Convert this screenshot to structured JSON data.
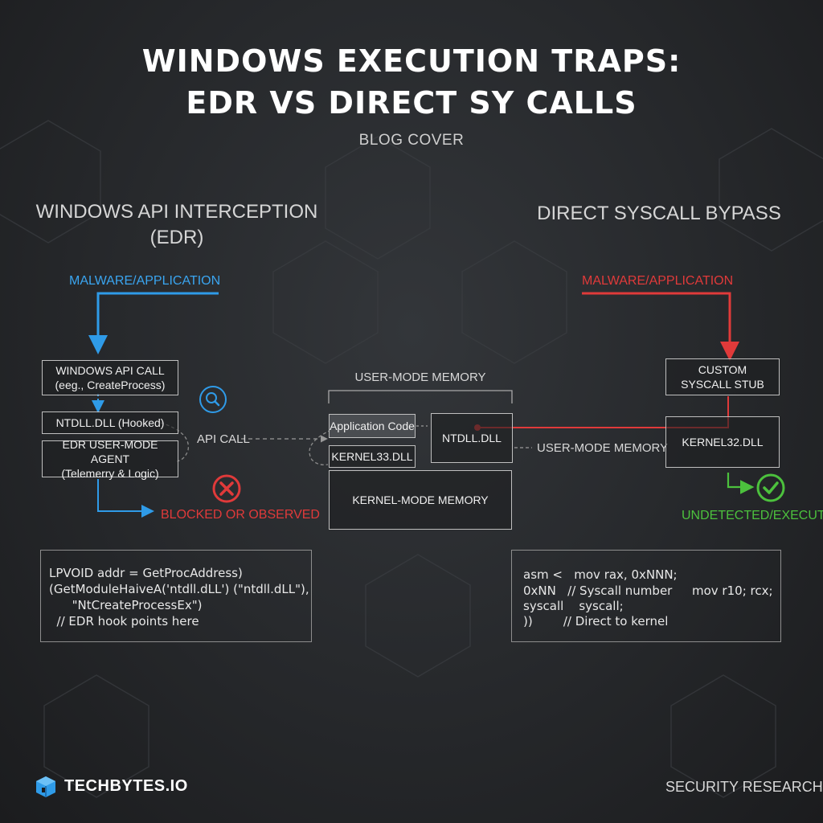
{
  "header": {
    "title_line1": "WINDOWS EXECUTION TRAPS:",
    "title_line2": "EDR VS DIRECT SY CALLS",
    "subtitle": "BLOG COVER"
  },
  "left": {
    "heading_line1": "WINDOWS API INTERCEPTION",
    "heading_line2": "(EDR)",
    "source_label": "MALWARE/APPLICATION",
    "api_call_box_line1": "WINDOWS API CALL",
    "api_call_box_line2": "(eeg., CreateProcess)",
    "ntdll_box": "NTDLL.DLL (Hooked)",
    "edr_box_line1": "EDR USER-MODE AGENT",
    "edr_box_line2": "(Telemerry & Logic)",
    "result_label": "BLOCKED OR OBSERVED",
    "code_lines": [
      "LPVOID addr = GetProcAddress)",
      "(GetModuleHaiveA('ntdll.dLL') (\"ntdll.dLL\"),",
      "      \"NtCreateProcessEx\")",
      "  // EDR hook points here"
    ]
  },
  "center": {
    "api_call_label": "API CALL",
    "user_mode_title": "USER-MODE MEMORY",
    "app_code_box": "Application Code",
    "kernel33_box": "KERNEL33.DLL",
    "ntdll_box": "NTDLL.DLL",
    "kernel_mode_box": "KERNEL-MODE MEMORY",
    "user_mode_side_label": "USER-MODE MEMORY"
  },
  "right": {
    "heading": "DIRECT SYSCALL BYPASS",
    "source_label": "MALWARE/APPLICATION",
    "stub_box_line1": "CUSTOM",
    "stub_box_line2": "SYSCALL STUB",
    "kernel32_box": "KERNEL32.DLL",
    "result_label": "UNDETECTED/EXECUTED",
    "code": {
      "l1a": "asm <   mov rax, 0xNNN;",
      "l2a": "0xNN   // Syscall number",
      "l2b": "mov r10; rcx;",
      "l3a": "syscall    syscall;",
      "l4a": "))        // Direct to kernel"
    }
  },
  "footer": {
    "brand": "TECHBYTES.IO",
    "tag": "SECURITY RESEARCH"
  },
  "colors": {
    "blue": "#2f9be8",
    "red": "#e03a3a",
    "green": "#4cc13d",
    "box_border": "#bfbfbf"
  },
  "icons": {
    "search": "search-icon",
    "blocked": "x-circle-icon",
    "success": "check-circle-icon",
    "brand": "cube-logo-icon"
  }
}
